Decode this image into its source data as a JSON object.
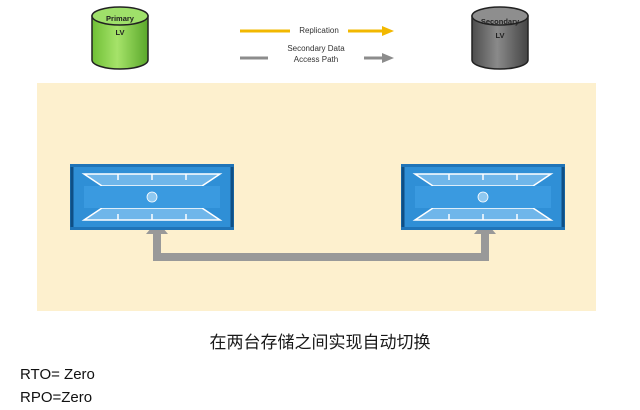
{
  "legend": {
    "primary_lv_line1": "Primary",
    "primary_lv_line2": "LV",
    "secondary_lv_line1": "Secondary",
    "secondary_lv_line2": "LV",
    "replication_label": "Replication",
    "access_path_line1": "Secondary Data",
    "access_path_line2": "Access Path"
  },
  "colors": {
    "primary_lv": "#8bd14e",
    "secondary_lv": "#6d6d6d",
    "replication_arrow": "#f2b800",
    "access_arrow": "#8c8c8c",
    "panel": "#fdf0ce",
    "storage": "#2f8fd6"
  },
  "caption": "在两台存储之间实现自动切换",
  "metrics": {
    "rto": "RTO= Zero",
    "rpo": "RPO=Zero"
  }
}
